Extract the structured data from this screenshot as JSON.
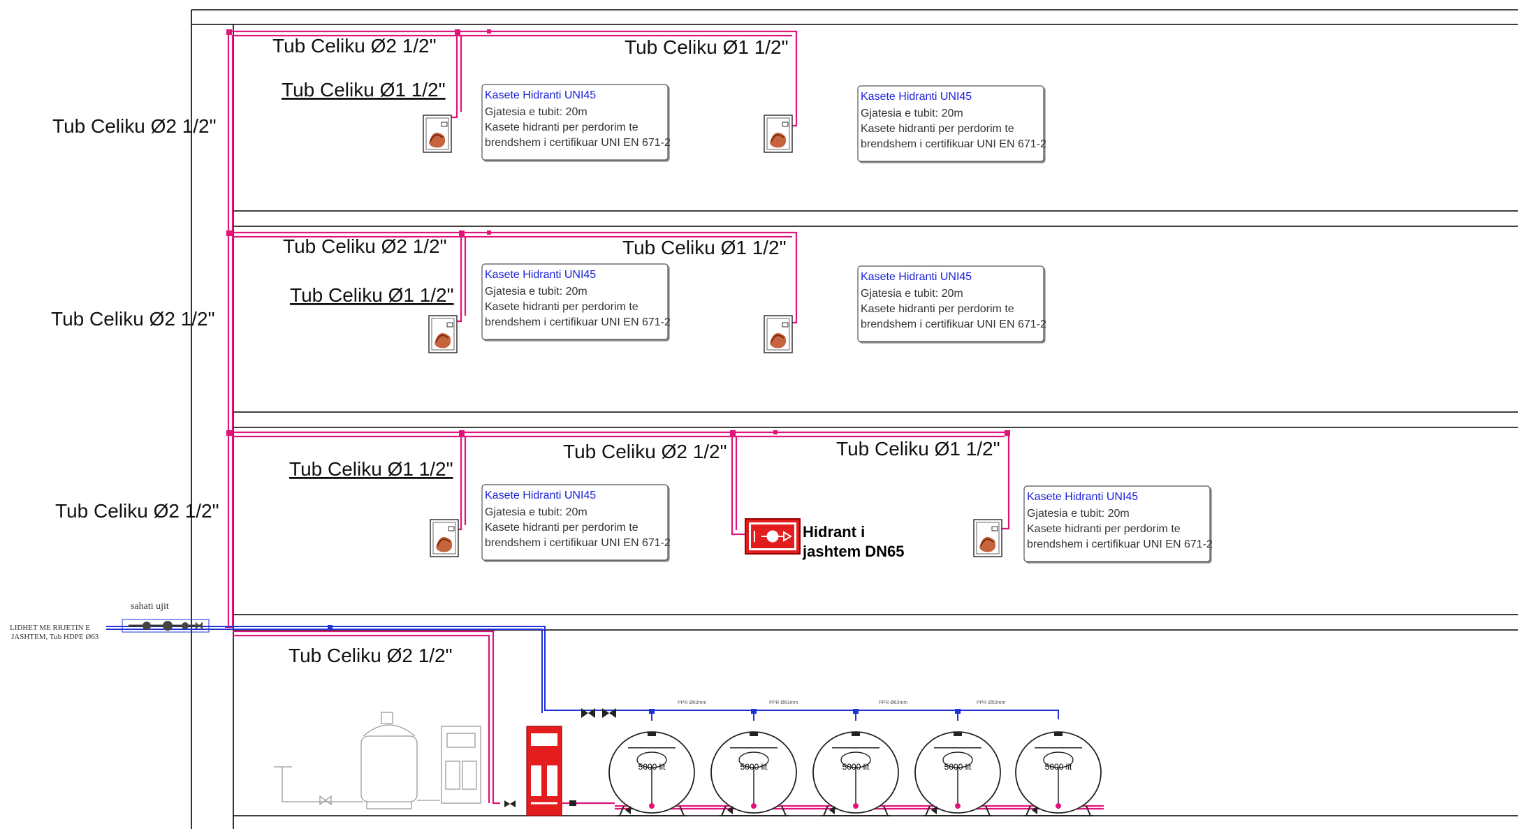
{
  "pipe_labels": [
    {
      "id": "f1-top-left",
      "text": "Tub Celiku Ø2 1/2\"",
      "underline": false
    },
    {
      "id": "f1-top-right",
      "text": "Tub Celiku Ø1 1/2\"",
      "underline": false
    },
    {
      "id": "f1-branch",
      "text": "Tub Celiku Ø1 1/2\"",
      "underline": true
    },
    {
      "id": "f2-top-left",
      "text": "Tub Celiku Ø2 1/2\"",
      "underline": false
    },
    {
      "id": "f2-top-right",
      "text": "Tub Celiku Ø1 1/2\"",
      "underline": false
    },
    {
      "id": "f2-branch",
      "text": "Tub Celiku Ø1 1/2\"",
      "underline": true
    },
    {
      "id": "f3-branch",
      "text": "Tub Celiku Ø1 1/2\"",
      "underline": true
    },
    {
      "id": "f3-mid",
      "text": "Tub Celiku Ø2 1/2\"",
      "underline": false
    },
    {
      "id": "f3-right",
      "text": "Tub Celiku Ø1 1/2\"",
      "underline": false
    },
    {
      "id": "basement",
      "text": "Tub Celiku Ø2 1/2\"",
      "underline": false
    },
    {
      "id": "riser-1",
      "text": "Tub Celiku Ø2 1/2\"",
      "underline": false
    },
    {
      "id": "riser-2",
      "text": "Tub Celiku Ø2 1/2\"",
      "underline": false
    },
    {
      "id": "riser-3",
      "text": "Tub Celiku Ø2 1/2\"",
      "underline": false
    }
  ],
  "cabinet_note": {
    "title": "Kasete Hidranti UNI45",
    "line1": "Gjatesia e tubit: 20m",
    "line2": "Kasete hidranti per perdorim te",
    "line3": "brendshem i certifikuar UNI EN 671-2"
  },
  "cabinet_count": 6,
  "external_hydrant": {
    "line1": "Hidrant i",
    "line2": "jashtem DN65"
  },
  "water_meter_label": "sahati ujit",
  "connection_label": {
    "line1": "LIDHET ME RRJETIN E",
    "line2": "JASHTEM, Tub HDPE Ø63"
  },
  "tank_label": "5000 lit",
  "tank_count": 5,
  "pipe_size_tags": [
    "PPR Ø63mm",
    "PPR Ø63mm",
    "PPR Ø63mm",
    "PPR Ø50mm"
  ],
  "colors": {
    "fire_pipe": "#e0147a",
    "water_pipe": "#1e32d6",
    "hydrant_red": "#e31d1d",
    "wall": "#000000"
  }
}
